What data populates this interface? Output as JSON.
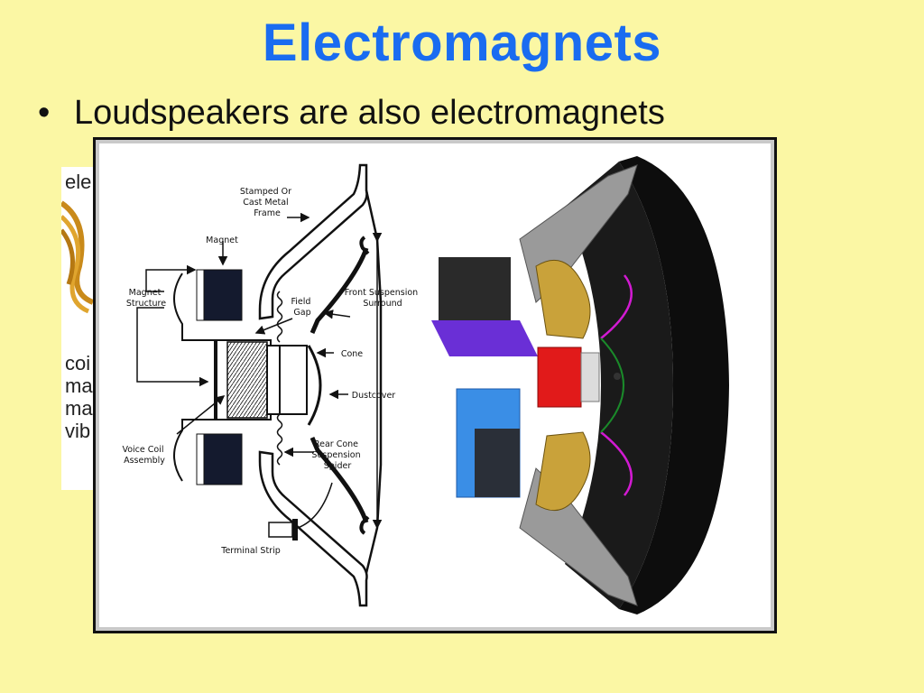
{
  "slide": {
    "title": "Electromagnets",
    "bullet": "Loudspeakers are also electromagnets"
  },
  "background_figure": {
    "fragments": [
      "ele",
      "coi",
      "ma",
      "ma",
      "vib"
    ]
  },
  "diagram": {
    "labels": {
      "frame": [
        "Stamped Or",
        "Cast Metal",
        "Frame"
      ],
      "magnet": "Magnet",
      "magnet_structure": [
        "Magnet",
        "Structure"
      ],
      "field_gap": [
        "Field",
        "Gap"
      ],
      "front_suspension": [
        "Front Suspension",
        "Surround"
      ],
      "cone": "Cone",
      "dustcover": "Dustcover",
      "rear_suspension": [
        "Rear Cone",
        "Suspension",
        "Spider"
      ],
      "voice_coil": [
        "Voice Coil",
        "Assembly"
      ],
      "terminal_strip": "Terminal Strip"
    }
  },
  "colors": {
    "background": "#fbf7a4",
    "title": "#1a6cf0",
    "magnet_blue": "#3a8ee6",
    "pole_purple": "#6a2fd6",
    "voice_coil_red": "#e11a1a",
    "spider_gold": "#c9a23a",
    "surround_magenta": "#d21ad2"
  }
}
